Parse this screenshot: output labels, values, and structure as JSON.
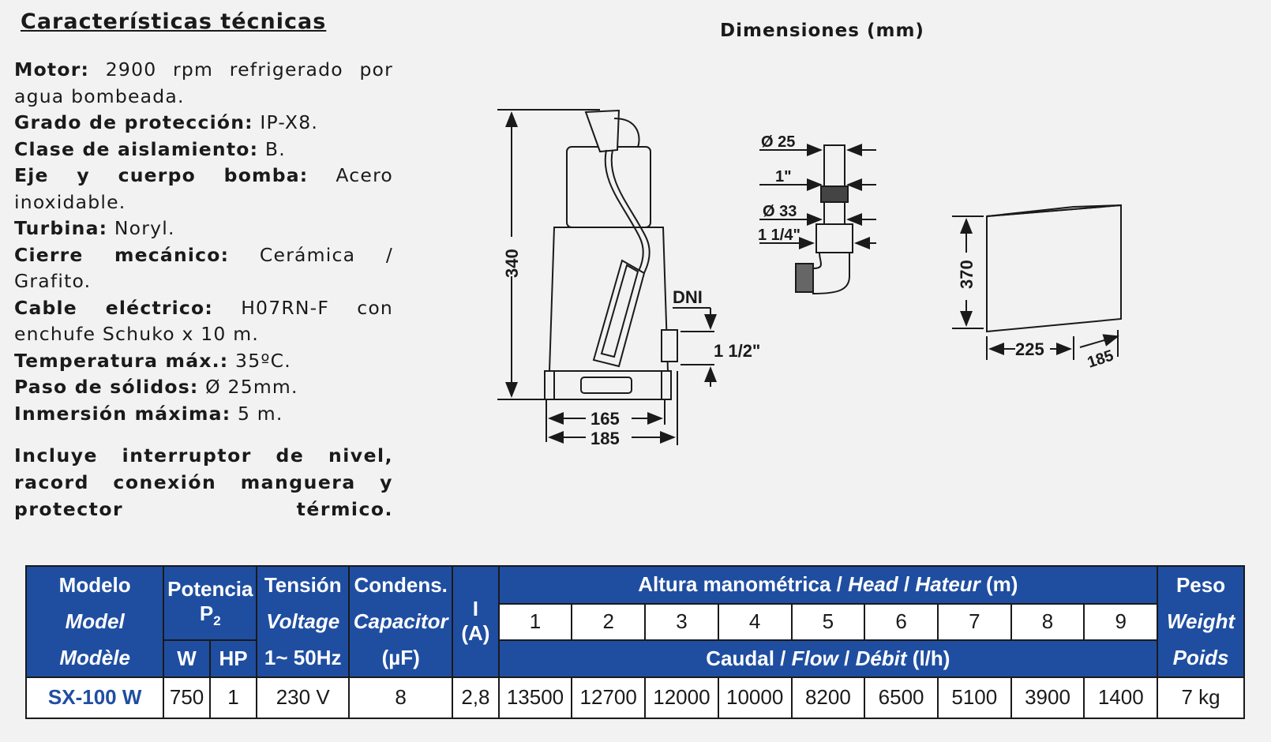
{
  "heading": "Características técnicas",
  "specs": [
    {
      "label": "Motor:",
      "value": "2900 rpm refrigerado por agua bombeada."
    },
    {
      "label": "Grado de protección:",
      "value": "IP-X8."
    },
    {
      "label": "Clase de aislamiento:",
      "value": "B."
    },
    {
      "label": "Eje y cuerpo bomba:",
      "value": "Acero inoxidable."
    },
    {
      "label": "Turbina:",
      "value": "Noryl."
    },
    {
      "label": "Cierre mecánico:",
      "value": "Cerámica / Grafito."
    },
    {
      "label": "Cable eléctrico:",
      "value": "H07RN-F con enchufe Schuko x 10 m."
    },
    {
      "label": "Temperatura máx.:",
      "value": "35ºC."
    },
    {
      "label": "Paso de sólidos:",
      "value": "Ø 25mm."
    },
    {
      "label": "Inmersión máxima:",
      "value": "5 m."
    }
  ],
  "includes": "Incluye interruptor de nivel, racord conexión manguera y protector térmico.",
  "dimensions": {
    "title": "Dimensiones (mm)",
    "pump_height": "340",
    "base_width_inner": "165",
    "base_width_outer": "185",
    "dni_label": "DNI",
    "outlet_size": "1 1/2\"",
    "fitting": {
      "d25": "Ø 25",
      "inch1": "1\"",
      "d33": "Ø 33",
      "inch114": "1 1/4\""
    },
    "box": {
      "height": "370",
      "width": "225",
      "depth": "185"
    }
  },
  "table": {
    "headers": {
      "model": [
        "Modelo",
        "Model",
        "Modèle"
      ],
      "power": "Potencia",
      "power_symbol": "P",
      "power_sub": "2",
      "power_w": "W",
      "power_hp": "HP",
      "voltage": [
        "Tensión",
        "Voltage",
        "1~ 50Hz"
      ],
      "capacitor": [
        "Condens.",
        "Capacitor",
        "(µF)"
      ],
      "current": [
        "I",
        "(A)"
      ],
      "head_title": "Altura manométrica /",
      "head_en": "Head",
      "head_fr": "Hateur",
      "head_unit": "(m)",
      "sep": "/",
      "flow_title": "Caudal /",
      "flow_en": "Flow",
      "flow_fr": "Débit",
      "flow_unit": "(l/h)",
      "weight": [
        "Peso",
        "Weight",
        "Poids"
      ]
    },
    "heads": [
      "1",
      "2",
      "3",
      "4",
      "5",
      "6",
      "7",
      "8",
      "9"
    ],
    "row": {
      "model": "SX-100 W",
      "power_w": "750",
      "power_hp": "1",
      "voltage": "230 V",
      "capacitor": "8",
      "current": "2,8",
      "flows": [
        "13500",
        "12700",
        "12000",
        "10000",
        "8200",
        "6500",
        "5100",
        "3900",
        "1400"
      ],
      "weight": "7 kg"
    }
  }
}
